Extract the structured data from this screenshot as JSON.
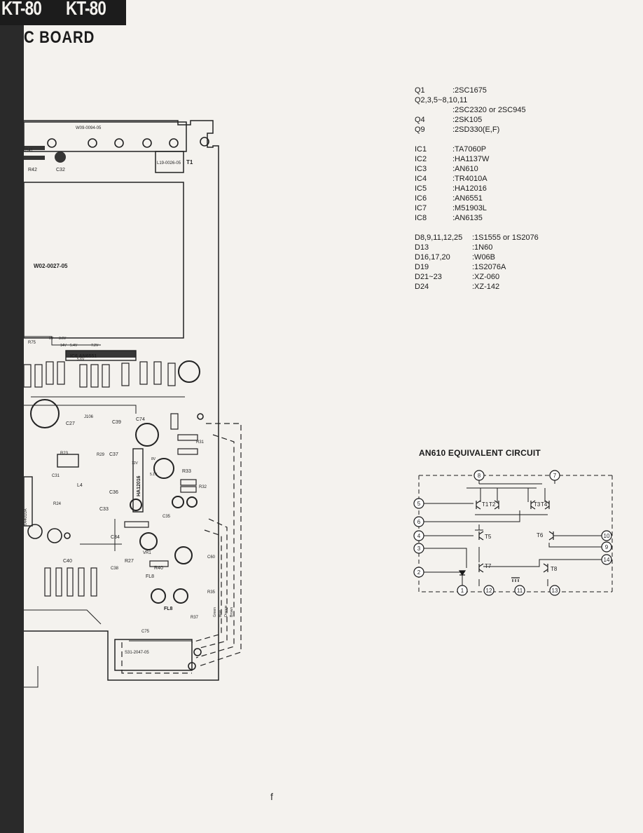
{
  "header": {
    "models": [
      "KT-80",
      "KT-80"
    ],
    "board_title": "C BOARD"
  },
  "pcb": {
    "board_code_top": "W09-0094-05",
    "board_code_mid": "W02-0027-05",
    "board_code_bottom": "S31-2047-05",
    "transformer_code": "L19-0026-05",
    "transformer_label": "T1",
    "ic_labels": [
      "IC6 AN6551",
      "HA12016",
      "TA4010A"
    ],
    "voltage_labels": [
      "0V",
      "3.6V",
      "14V",
      "5.4V",
      "7.2V",
      "12V",
      "8V",
      "5.1V",
      "5.6V"
    ],
    "component_labels": [
      "R41",
      "R42",
      "C32",
      "R75",
      "C27",
      "J106",
      "C39",
      "C74",
      "R31",
      "R33",
      "R32",
      "C40",
      "R27",
      "C37",
      "C36",
      "C33",
      "R24",
      "C34",
      "C38",
      "L4",
      "FL8",
      "VR1",
      "C75",
      "R29",
      "R23",
      "C31",
      "C35",
      "R40",
      "C60",
      "R35",
      "R37"
    ],
    "wire_labels": [
      "Brown",
      "Orange",
      "Blue",
      "Green"
    ],
    "fl_label": "FL8"
  },
  "parts_list": [
    {
      "ref": "Q1",
      "value": ":2SC1675"
    },
    {
      "ref": "Q2,3,5~8,10,11",
      "value": ""
    },
    {
      "ref": "",
      "value": ":2SC2320  or  2SC945"
    },
    {
      "ref": "Q4",
      "value": ":2SK105"
    },
    {
      "ref": "Q9",
      "value": ":2SD330(E,F)"
    },
    {
      "ref": "",
      "value": ""
    },
    {
      "ref": "IC1",
      "value": ":TA7060P"
    },
    {
      "ref": "IC2",
      "value": ":HA1137W"
    },
    {
      "ref": "IC3",
      "value": ":AN610"
    },
    {
      "ref": "IC4",
      "value": ":TR4010A"
    },
    {
      "ref": "IC5",
      "value": ":HA12016"
    },
    {
      "ref": "IC6",
      "value": ":AN6551"
    },
    {
      "ref": "IC7",
      "value": ":M51903L"
    },
    {
      "ref": "IC8",
      "value": ":AN6135"
    },
    {
      "ref": "",
      "value": ""
    },
    {
      "ref": "D8,9,11,12,25",
      "value": ":1S1555  or  1S2076",
      "wide": true
    },
    {
      "ref": "D13",
      "value": ":1N60",
      "wide": true
    },
    {
      "ref": "D16,17,20",
      "value": ":W06B",
      "wide": true
    },
    {
      "ref": "D19",
      "value": ":1S2076A",
      "wide": true
    },
    {
      "ref": "D21~23",
      "value": ":XZ-060",
      "wide": true
    },
    {
      "ref": "D24",
      "value": ":XZ-142",
      "wide": true
    }
  ],
  "equivalent_circuit": {
    "title": "AN610 EQUIVALENT CIRCUIT",
    "pins": [
      "8",
      "7",
      "5",
      "6",
      "4",
      "3",
      "2",
      "1",
      "12",
      "11",
      "13",
      "14",
      "9",
      "10"
    ],
    "transistors": [
      "T1",
      "T2",
      "T3",
      "T4",
      "T5",
      "T6",
      "T7",
      "T8"
    ]
  },
  "page_mark": "f"
}
